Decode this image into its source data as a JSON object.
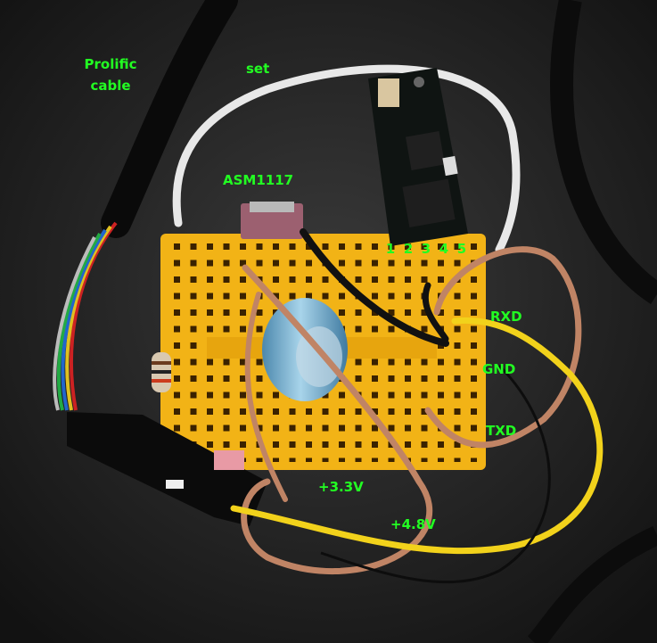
{
  "labels": {
    "prolific_line1": "Prolific",
    "prolific_line2": "cable",
    "set": "set",
    "asm1117": "ASM1117",
    "rxd": "RXD",
    "gnd": "GND",
    "txd": "TXD",
    "v33": "+3.3V",
    "v48": "+4.8V"
  },
  "module_pins": [
    "1",
    "2",
    "3",
    "4",
    "5"
  ],
  "colors": {
    "label_green": "#22ff22",
    "board_yellow": "#f2b316",
    "background": "#1a1a1a",
    "capacitor_blue": "#7bb7d6",
    "wire_yellow": "#f2d21b",
    "wire_brown": "#c08465",
    "wire_white": "#e8e8e8"
  }
}
